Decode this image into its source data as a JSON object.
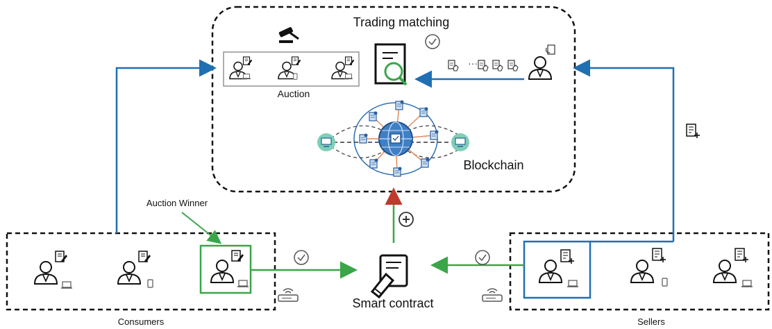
{
  "labels": {
    "trading_matching": "Trading matching",
    "auction": "Auction",
    "blockchain": "Blockchain",
    "auction_winner": "Auction Winner",
    "smart_contract": "Smart contract",
    "consumers": "Consumers",
    "sellers": "Sellers"
  },
  "colors": {
    "blue_arrow": "#1f6fb2",
    "green_arrow": "#3aa549",
    "red_arrow": "#c0392b",
    "winner_box": "#3aa549",
    "seller_box": "#1f6fb2",
    "globe": "#2a6fb5",
    "node": "#7fcfb6"
  }
}
